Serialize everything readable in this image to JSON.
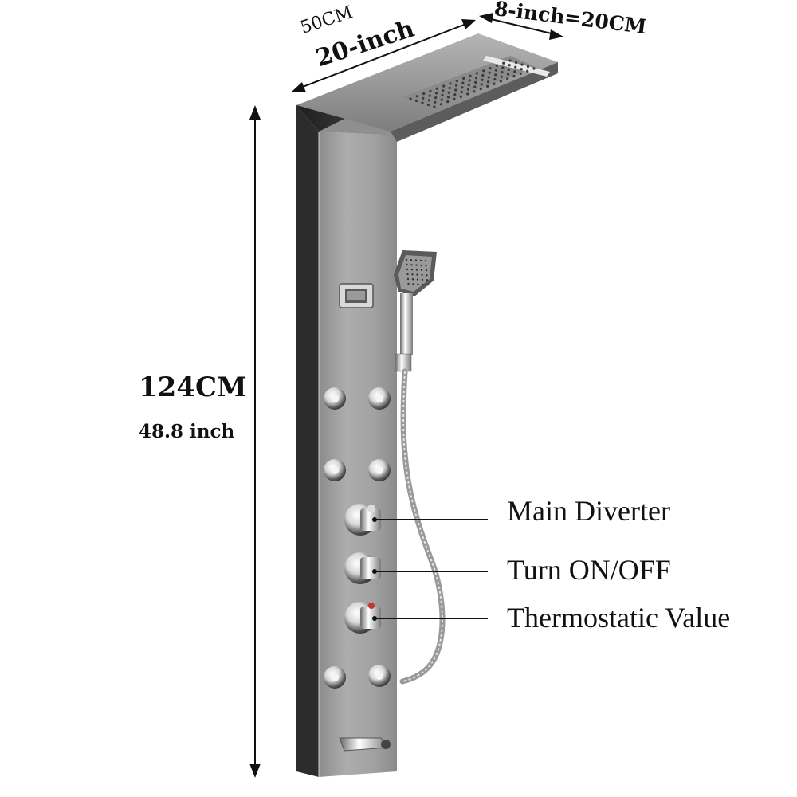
{
  "dimensions": {
    "width_cm": "50CM",
    "width_inch": "20-inch",
    "depth": "8-inch=20CM",
    "height_cm": "124CM",
    "height_inch": "48.8 inch"
  },
  "callouts": {
    "main_diverter": "Main Diverter",
    "turn_on_off": "Turn ON/OFF",
    "thermostatic": "Thermostatic Value"
  },
  "colors": {
    "panel_front": "#9c9c9c",
    "panel_side": "#3a3a3a",
    "chrome": "#e8e8e8",
    "text": "#111111"
  }
}
